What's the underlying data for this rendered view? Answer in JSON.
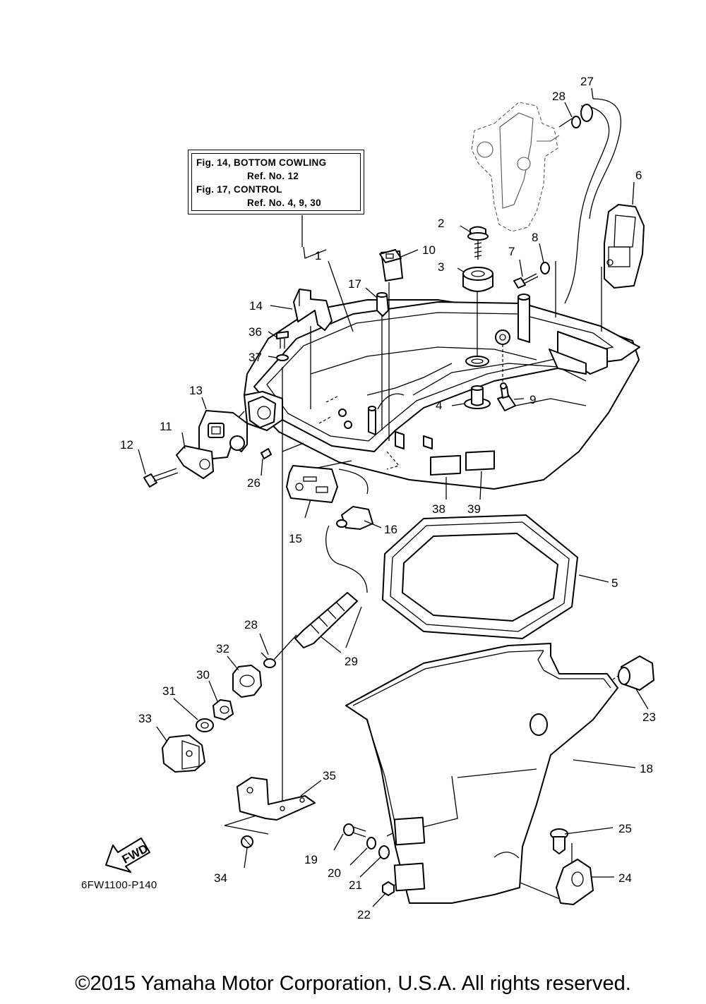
{
  "reference_box": {
    "line1": "Fig. 14, BOTTOM COWLING",
    "line2": "Ref. No. 12",
    "line3": "Fig. 17, CONTROL",
    "line4": "Ref. No. 4, 9, 30"
  },
  "fwd_label": "FWD",
  "drawing_code": "6FW1100-P140",
  "copyright": "©2015 Yamaha Motor Corporation, U.S.A. All rights reserved.",
  "callouts": {
    "n1": "1",
    "n2": "2",
    "n3": "3",
    "n4": "4",
    "n5": "5",
    "n6": "6",
    "n7": "7",
    "n8": "8",
    "n9": "9",
    "n10": "10",
    "n11": "11",
    "n12": "12",
    "n13": "13",
    "n14": "14",
    "n15": "15",
    "n16": "16",
    "n17": "17",
    "n18": "18",
    "n19": "19",
    "n20": "20",
    "n21": "21",
    "n22": "22",
    "n23": "23",
    "n24": "24",
    "n25": "25",
    "n26": "26",
    "n27": "27",
    "n28a": "28",
    "n28b": "28",
    "n29": "29",
    "n30": "30",
    "n31": "31",
    "n32": "32",
    "n33": "33",
    "n34": "34",
    "n35": "35",
    "n36": "36",
    "n37": "37",
    "n38": "38",
    "n39": "39"
  }
}
